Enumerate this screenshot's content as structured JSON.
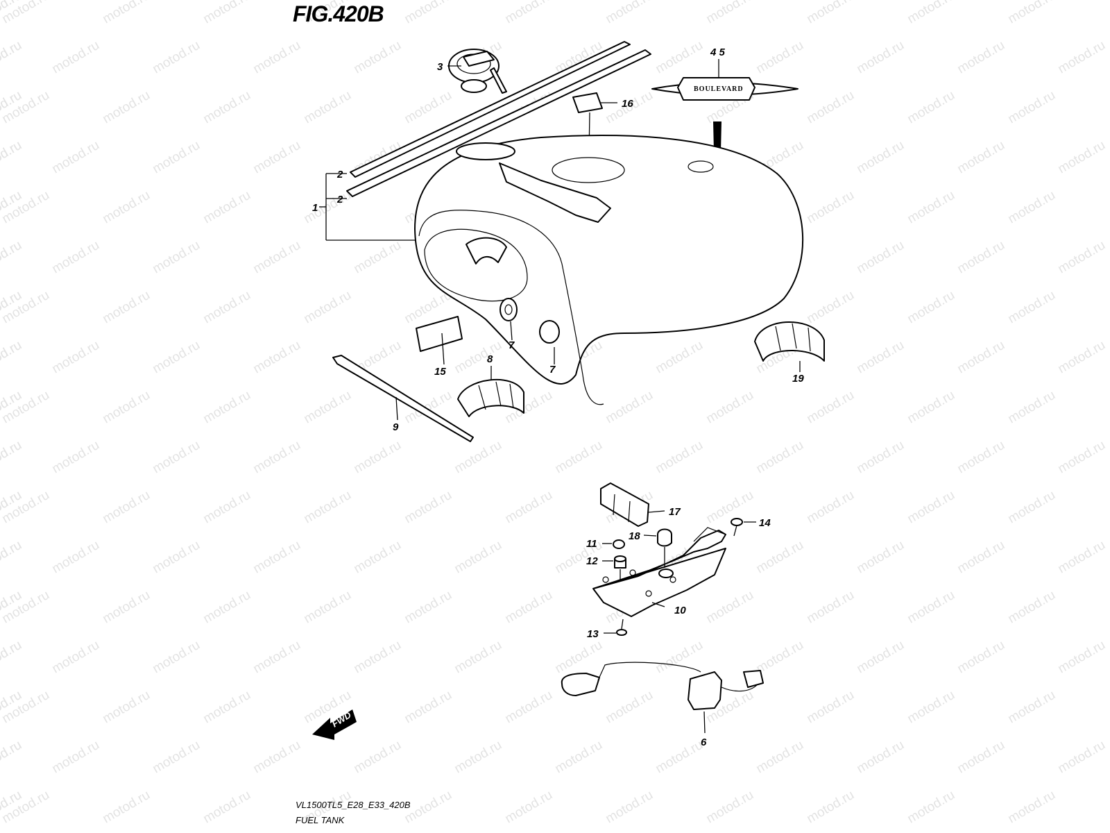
{
  "figure": {
    "title": "FIG.420B",
    "model_code": "VL1500TL5_E28_E33_420B",
    "section_name": "FUEL TANK"
  },
  "watermark": {
    "text": "motod.ru"
  },
  "fwd_arrow": {
    "label": "FWD"
  },
  "emblem": {
    "text": "BOULEVARD"
  },
  "callouts": [
    {
      "id": "c1",
      "label": "1",
      "part": "fuel-tank"
    },
    {
      "id": "c2a",
      "label": "2",
      "part": "tank-strip-upper"
    },
    {
      "id": "c2b",
      "label": "2",
      "part": "tank-strip-lower"
    },
    {
      "id": "c3",
      "label": "3",
      "part": "fuel-cap"
    },
    {
      "id": "c45",
      "label": "4 5",
      "part": "emblem"
    },
    {
      "id": "c6",
      "label": "6",
      "part": "fuel-level-gauge"
    },
    {
      "id": "c7a",
      "label": "7",
      "part": "cushion-a"
    },
    {
      "id": "c7b",
      "label": "7",
      "part": "cushion-b"
    },
    {
      "id": "c8",
      "label": "8",
      "part": "front-cushion"
    },
    {
      "id": "c9",
      "label": "9",
      "part": "clamp-tie"
    },
    {
      "id": "c10",
      "label": "10",
      "part": "rear-bracket"
    },
    {
      "id": "c11",
      "label": "11",
      "part": "nut"
    },
    {
      "id": "c12",
      "label": "12",
      "part": "bushing"
    },
    {
      "id": "c13",
      "label": "13",
      "part": "bolt-lower"
    },
    {
      "id": "c14",
      "label": "14",
      "part": "bolt-upper"
    },
    {
      "id": "c15",
      "label": "15",
      "part": "label-a"
    },
    {
      "id": "c16",
      "label": "16",
      "part": "label-b"
    },
    {
      "id": "c17",
      "label": "17",
      "part": "rear-cushion"
    },
    {
      "id": "c18",
      "label": "18",
      "part": "cap-cushion"
    },
    {
      "id": "c19",
      "label": "19",
      "part": "side-cushion"
    }
  ]
}
